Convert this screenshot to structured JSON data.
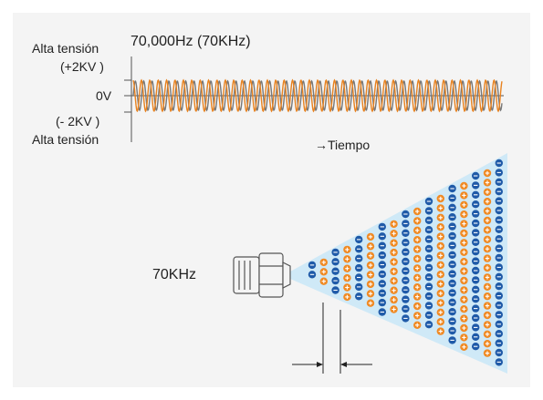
{
  "waveform": {
    "frequency_label": "70,000Hz (70KHz)",
    "upper_voltage_label": "Alta tensión",
    "upper_voltage_value": "(+2KV )",
    "zero_label": "0V",
    "lower_voltage_value": "(- 2KV )",
    "lower_voltage_label": "Alta tensión",
    "time_label": "→Tiempo"
  },
  "emitter": {
    "frequency_label": "70KHz"
  },
  "colors": {
    "background": "#f4f4f4",
    "wave_orange": "#e8821f",
    "wave_gray": "#777777",
    "cone_fill": "#cfe9f7",
    "negative_ion": "#1f5aa8",
    "positive_ion": "#f08a24"
  },
  "ions": {
    "negative_symbol": "−",
    "positive_symbol": "+"
  }
}
